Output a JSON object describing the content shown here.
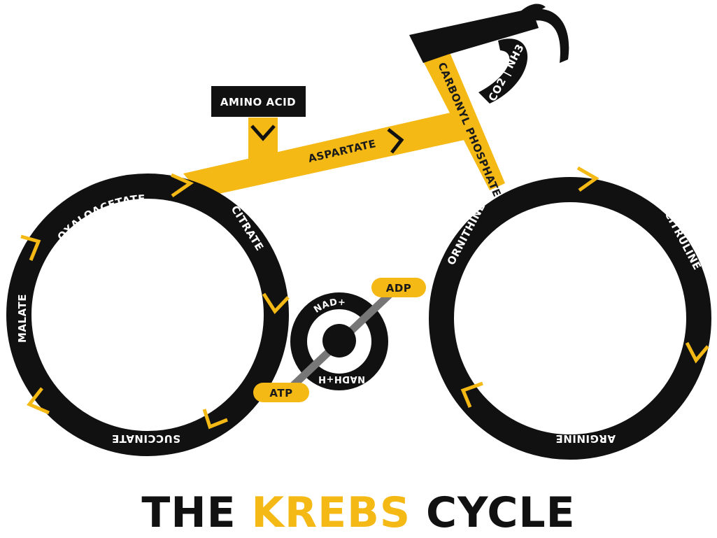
{
  "colors": {
    "dark": "#111111",
    "accent": "#f5b915",
    "grey": "#777777",
    "white": "#ffffff"
  },
  "labels": {
    "amino_acid": "AMINO ACID",
    "aspartate": "ASPARTATE",
    "carbonyl_phosphate": "CARBONYL PHOSPHATE",
    "co2_nh3": "CO2 | NH3",
    "oxaloacetate": "OXALOACETATE",
    "citrate": "CITRATE",
    "malate": "MALATE",
    "succinate": "SUCCINATE",
    "nad_plus": "NAD+",
    "nadh_h": "NADH+H",
    "adp": "ADP",
    "atp": "ATP",
    "ornithine": "ORNITHINE",
    "citruline": "CITRULINE",
    "arginine": "ARGININE"
  },
  "title": {
    "part1": "THE",
    "part2": "KREBS",
    "part3": "CYCLE"
  }
}
